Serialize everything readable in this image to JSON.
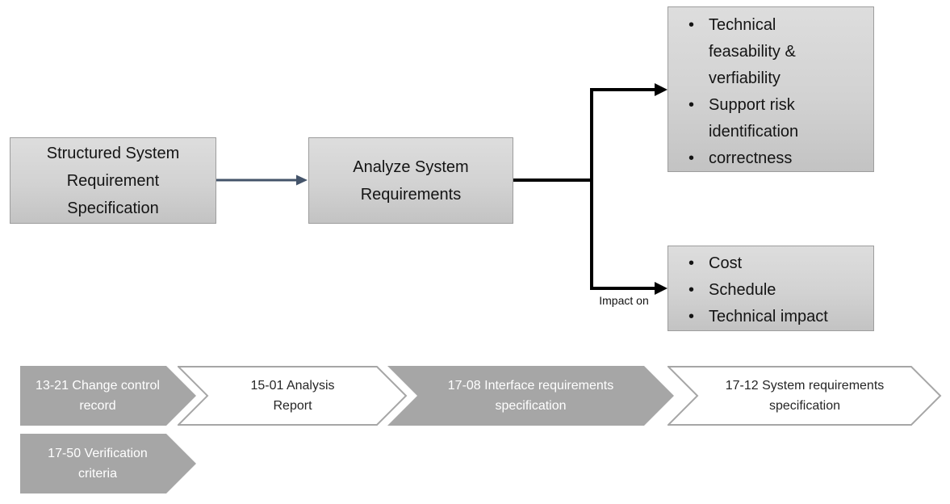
{
  "flow": {
    "bullet_char": "•",
    "input_box": {
      "label": "Structured System Requirement Specification"
    },
    "process_box": {
      "label": "Analyze System Requirements"
    },
    "outcomes_box": {
      "bullets": [
        "Technical feasability & verfiability",
        "Support risk identification",
        "correctness"
      ]
    },
    "impact_box": {
      "bullets": [
        "Cost",
        "Schedule",
        "Technical impact"
      ]
    },
    "impact_label": "Impact on"
  },
  "work_products": {
    "row1": [
      {
        "label": "13-21 Change control record",
        "style": "gray"
      },
      {
        "label": "15-01 Analysis Report",
        "style": "white"
      },
      {
        "label": "17-08 Interface requirements specification",
        "style": "gray"
      },
      {
        "label": "17-12 System requirements specification",
        "style": "white"
      }
    ],
    "row2": [
      {
        "label": "17-50 Verification criteria",
        "style": "gray"
      }
    ]
  },
  "colors": {
    "chevron_gray_fill": "#a6a6a6",
    "chevron_white_fill": "#ffffff",
    "chevron_border": "#a6a6a6",
    "box_fill_top": "#dddddd",
    "box_fill_bottom": "#c3c3c3",
    "box_border": "#9d9d9d",
    "connector_black": "#000000",
    "connector_blue": "#44546a",
    "text_dark": "#141414",
    "text_white": "#ffffff"
  }
}
